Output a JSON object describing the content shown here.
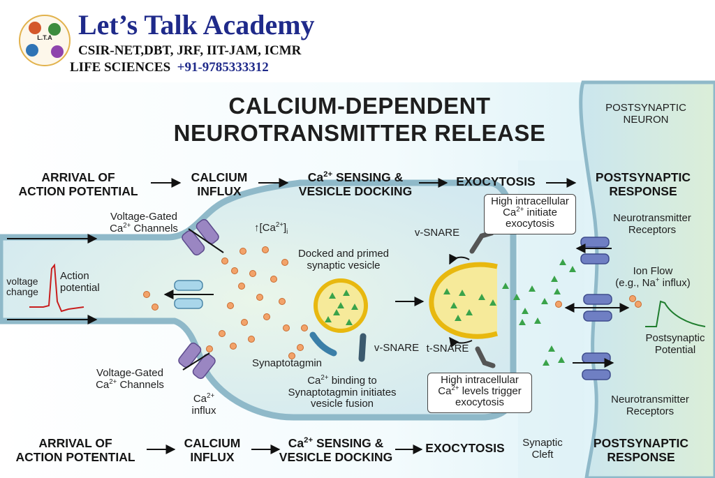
{
  "header": {
    "brand": "Let’s Talk Academy",
    "line1": "CSIR-NET,DBT, JRF, IIT-JAM, ICMR",
    "line2_prefix": "LIFE SCIENCES",
    "phone": "+91-9785333312",
    "logo_text": "L.T.A"
  },
  "title_line1": "CALCIUM-DEPENDENT",
  "title_line2": "NEUROTRANSMITTER RELEASE",
  "top_steps": {
    "s1a": "ARRIVAL OF",
    "s1b": "ACTION POTENTIAL",
    "s2a": "CALCIUM",
    "s2b": "INFLUX",
    "s3a_pre": "Ca",
    "s3a_sup": "2+",
    "s3a_post": " SENSING &",
    "s3b": "VESICLE DOCKING",
    "s4": "EXOCYTOSIS",
    "s5a": "POSTSYNAPTIC",
    "s5b": "RESPONSE"
  },
  "bottom_steps": {
    "s1a": "ARRIVAL OF",
    "s1b": "ACTION POTENTIAL",
    "s2a": "CALCIUM",
    "s2b": "INFLUX",
    "s3a_pre": "Ca",
    "s3a_sup": "2+",
    "s3a_post": " SENSING &",
    "s3b": "VESICLE DOCKING",
    "s4": "EXOCYTOSIS",
    "s5a": "POSTSYNAPTIC",
    "s5b": "RESPONSE"
  },
  "labels": {
    "postsyn_neuron_a": "POSTSYNAPTIC",
    "postsyn_neuron_b": "NEURON",
    "vgcc_top_a": "Voltage-Gated",
    "vgcc_top_b_pre": "Ca",
    "vgcc_top_b_sup": "2+",
    "vgcc_top_b_post": " Channels",
    "vgcc_bot_a": "Voltage-Gated",
    "vgcc_bot_b_pre": "Ca",
    "vgcc_bot_b_sup": "2+",
    "vgcc_bot_b_post": " Channels",
    "ca_conc_pre": "↑[Ca",
    "ca_conc_sup": "2+",
    "ca_conc_post": "]",
    "ca_conc_sub": "i",
    "voltage_a": "voltage",
    "voltage_b": "change",
    "ap_a": "Action",
    "ap_b": "potential",
    "docked_a": "Docked and primed",
    "docked_b": "synaptic vesicle",
    "synaptotagmin": "Synaptotagmin",
    "vsnare_vesicle": "v-SNARE",
    "vsnare_top": "v-SNARE",
    "tsnare": "t-SNARE",
    "ca_binding_a_pre": "Ca",
    "ca_binding_a_sup": "2+",
    "ca_binding_a_post": " binding to",
    "ca_binding_b": "Synaptotagmin initiates",
    "ca_binding_c": "vesicle fusion",
    "ca_influx_a_pre": "Ca",
    "ca_influx_a_sup": "2+",
    "ca_influx_b": "influx",
    "box_top_a": "High intracellular",
    "box_top_b_pre": "Ca",
    "box_top_b_sup": "2+",
    "box_top_b_post": " initiate",
    "box_top_c": "exocytosis",
    "box_bot_a": "High intracellular",
    "box_bot_b_pre": "Ca",
    "box_bot_b_sup": "2+",
    "box_bot_b_post": " levels trigger",
    "box_bot_c": "exocytosis",
    "nt_rec_top_a": "Neurotransmitter",
    "nt_rec_top_b": "Receptors",
    "nt_rec_bot_a": "Neurotransmitter",
    "nt_rec_bot_b": "Receptors",
    "ion_flow_a": "Ion Flow",
    "ion_flow_b_pre": "(e.g., Na",
    "ion_flow_b_sup": "+",
    "ion_flow_b_post": " influx)",
    "psp_a": "Postsynaptic",
    "psp_b": "Potential",
    "cleft_a": "Synaptic",
    "cleft_b": "Cleft"
  },
  "colors": {
    "brand_blue": "#1f2a8a",
    "membrane": "#8fb9c9",
    "cytoplasm": "#d6ebef",
    "vesicle_fill": "#f6ea9a",
    "vesicle_ring": "#e8b80f",
    "neurotransmitter": "#3aa34a",
    "calcium_ion": "#f2a36a",
    "channel_purple": "#9a86c2",
    "receptor_blue": "#6f7fc3",
    "trace_red": "#c81e1e",
    "trace_green": "#1f7d2e"
  }
}
